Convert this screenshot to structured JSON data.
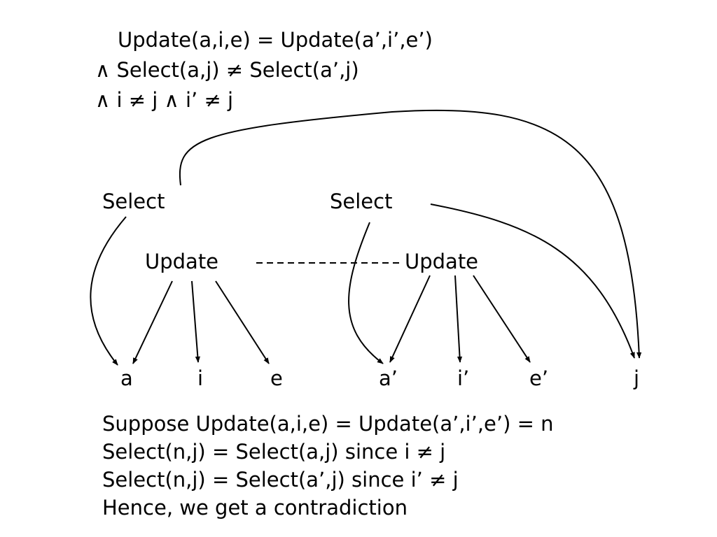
{
  "premise": {
    "line1": "Update(a,i,e) = Update(a’,i’,e’)",
    "line2": "∧ Select(a,j) ≠ Select(a’,j)",
    "line3": "∧ i ≠ j ∧ i’ ≠ j"
  },
  "nodes": {
    "select_left": "Select",
    "select_right": "Select",
    "update_left": "Update",
    "update_right": "Update",
    "leaf_a": "a",
    "leaf_i": "i",
    "leaf_e": "e",
    "leaf_a_prime": "a’",
    "leaf_i_prime": "i’",
    "leaf_e_prime": "e’",
    "leaf_j": "j"
  },
  "proof": {
    "line1": "Suppose Update(a,i,e) = Update(a’,i’,e’) = n",
    "line2": "Select(n,j) = Select(a,j) since i ≠ j",
    "line3": "Select(n,j) = Select(a’,j) since i’ ≠ j",
    "line4": "Hence, we get a contradiction"
  }
}
